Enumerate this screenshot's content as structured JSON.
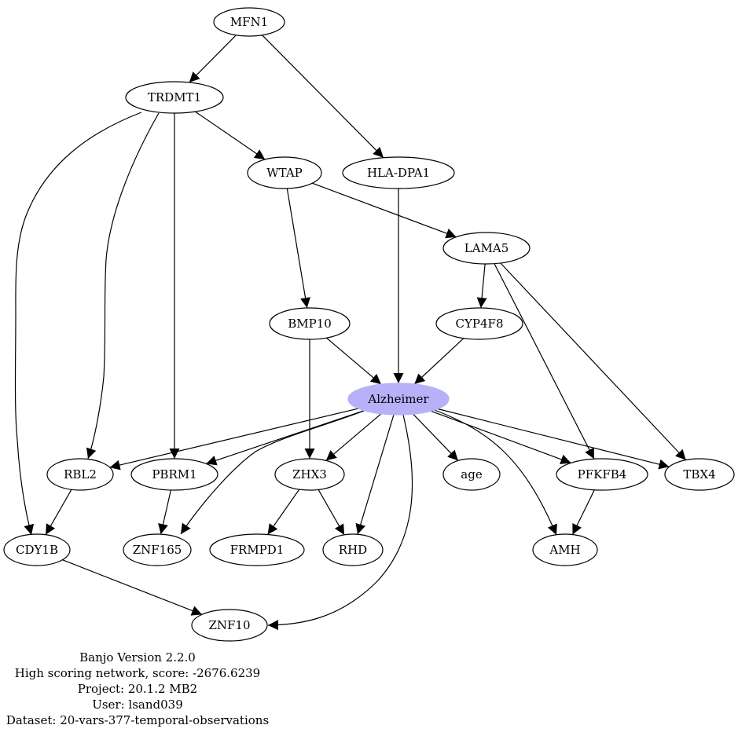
{
  "colors": {
    "highlight_fill": "#b8b0f8",
    "stroke": "#000000",
    "background": "#ffffff"
  },
  "nodes": [
    {
      "id": "MFN1",
      "label": "MFN1"
    },
    {
      "id": "TRDMT1",
      "label": "TRDMT1"
    },
    {
      "id": "WTAP",
      "label": "WTAP"
    },
    {
      "id": "HLA-DPA1",
      "label": "HLA-DPA1"
    },
    {
      "id": "LAMA5",
      "label": "LAMA5"
    },
    {
      "id": "BMP10",
      "label": "BMP10"
    },
    {
      "id": "CYP4F8",
      "label": "CYP4F8"
    },
    {
      "id": "Alzheimer",
      "label": "Alzheimer",
      "highlight": true
    },
    {
      "id": "RBL2",
      "label": "RBL2"
    },
    {
      "id": "PBRM1",
      "label": "PBRM1"
    },
    {
      "id": "ZHX3",
      "label": "ZHX3"
    },
    {
      "id": "age",
      "label": "age"
    },
    {
      "id": "PFKFB4",
      "label": "PFKFB4"
    },
    {
      "id": "TBX4",
      "label": "TBX4"
    },
    {
      "id": "CDY1B",
      "label": "CDY1B"
    },
    {
      "id": "ZNF165",
      "label": "ZNF165"
    },
    {
      "id": "FRMPD1",
      "label": "FRMPD1"
    },
    {
      "id": "RHD",
      "label": "RHD"
    },
    {
      "id": "AMH",
      "label": "AMH"
    },
    {
      "id": "ZNF10",
      "label": "ZNF10"
    }
  ],
  "edges": [
    {
      "from": "MFN1",
      "to": "TRDMT1"
    },
    {
      "from": "MFN1",
      "to": "HLA-DPA1"
    },
    {
      "from": "TRDMT1",
      "to": "WTAP"
    },
    {
      "from": "TRDMT1",
      "to": "PBRM1"
    },
    {
      "from": "TRDMT1",
      "to": "RBL2"
    },
    {
      "from": "TRDMT1",
      "to": "CDY1B"
    },
    {
      "from": "WTAP",
      "to": "LAMA5"
    },
    {
      "from": "WTAP",
      "to": "BMP10"
    },
    {
      "from": "HLA-DPA1",
      "to": "Alzheimer"
    },
    {
      "from": "LAMA5",
      "to": "CYP4F8"
    },
    {
      "from": "LAMA5",
      "to": "PFKFB4"
    },
    {
      "from": "LAMA5",
      "to": "TBX4"
    },
    {
      "from": "BMP10",
      "to": "Alzheimer"
    },
    {
      "from": "BMP10",
      "to": "ZHX3"
    },
    {
      "from": "CYP4F8",
      "to": "Alzheimer"
    },
    {
      "from": "Alzheimer",
      "to": "RBL2"
    },
    {
      "from": "Alzheimer",
      "to": "PBRM1"
    },
    {
      "from": "Alzheimer",
      "to": "ZNF165"
    },
    {
      "from": "Alzheimer",
      "to": "ZHX3"
    },
    {
      "from": "Alzheimer",
      "to": "RHD"
    },
    {
      "from": "Alzheimer",
      "to": "age"
    },
    {
      "from": "Alzheimer",
      "to": "AMH"
    },
    {
      "from": "Alzheimer",
      "to": "PFKFB4"
    },
    {
      "from": "Alzheimer",
      "to": "TBX4"
    },
    {
      "from": "Alzheimer",
      "to": "ZNF10"
    },
    {
      "from": "RBL2",
      "to": "CDY1B"
    },
    {
      "from": "PBRM1",
      "to": "ZNF165"
    },
    {
      "from": "ZHX3",
      "to": "FRMPD1"
    },
    {
      "from": "ZHX3",
      "to": "RHD"
    },
    {
      "from": "PFKFB4",
      "to": "AMH"
    },
    {
      "from": "CDY1B",
      "to": "ZNF10"
    }
  ],
  "caption": {
    "lines": [
      "Banjo Version 2.2.0",
      "High scoring network, score: -2676.6239",
      "Project: 20.1.2 MB2",
      "User: lsand039",
      "Dataset: 20-vars-377-temporal-observations"
    ]
  }
}
